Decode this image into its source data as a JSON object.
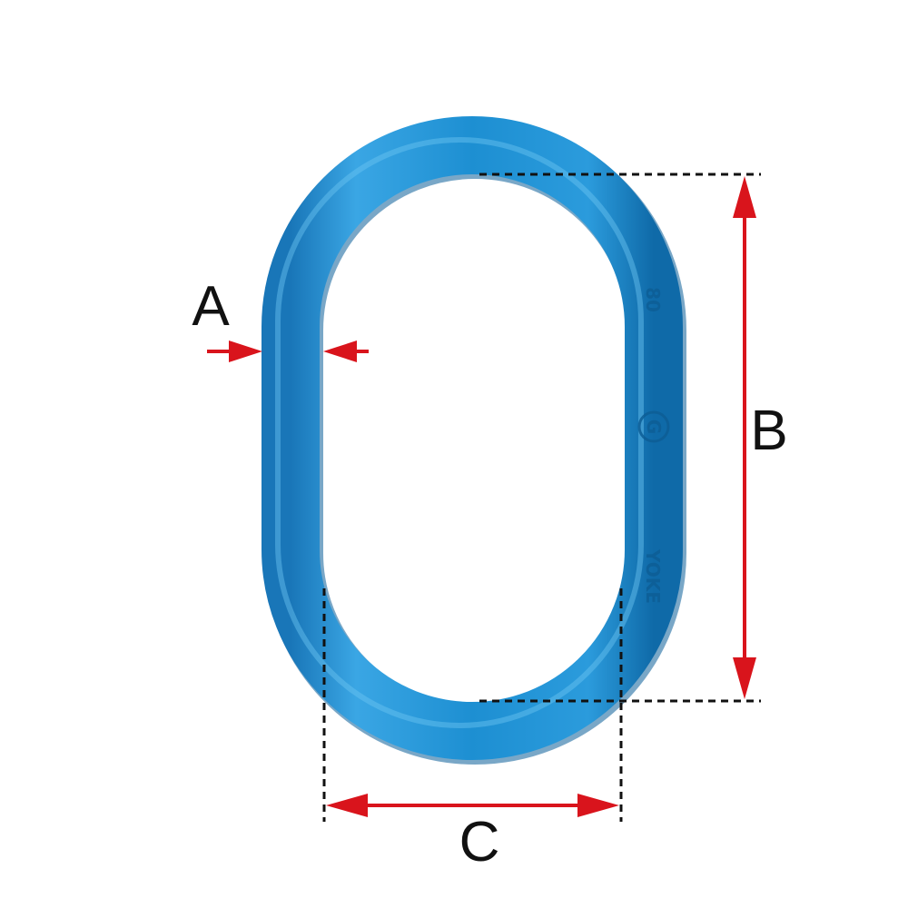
{
  "diagram": {
    "labels": {
      "thickness": "A",
      "inner_length": "B",
      "inner_width": "C"
    },
    "ring_stamp": {
      "brand": "YOKE",
      "grade_mark": "G",
      "code": "80"
    },
    "colors": {
      "ring": "#1d8fd2",
      "ring_highlight": "#4cb4ec",
      "ring_shadow": "#0b5f99",
      "arrow": "#d9141c",
      "dash": "#111111"
    }
  }
}
